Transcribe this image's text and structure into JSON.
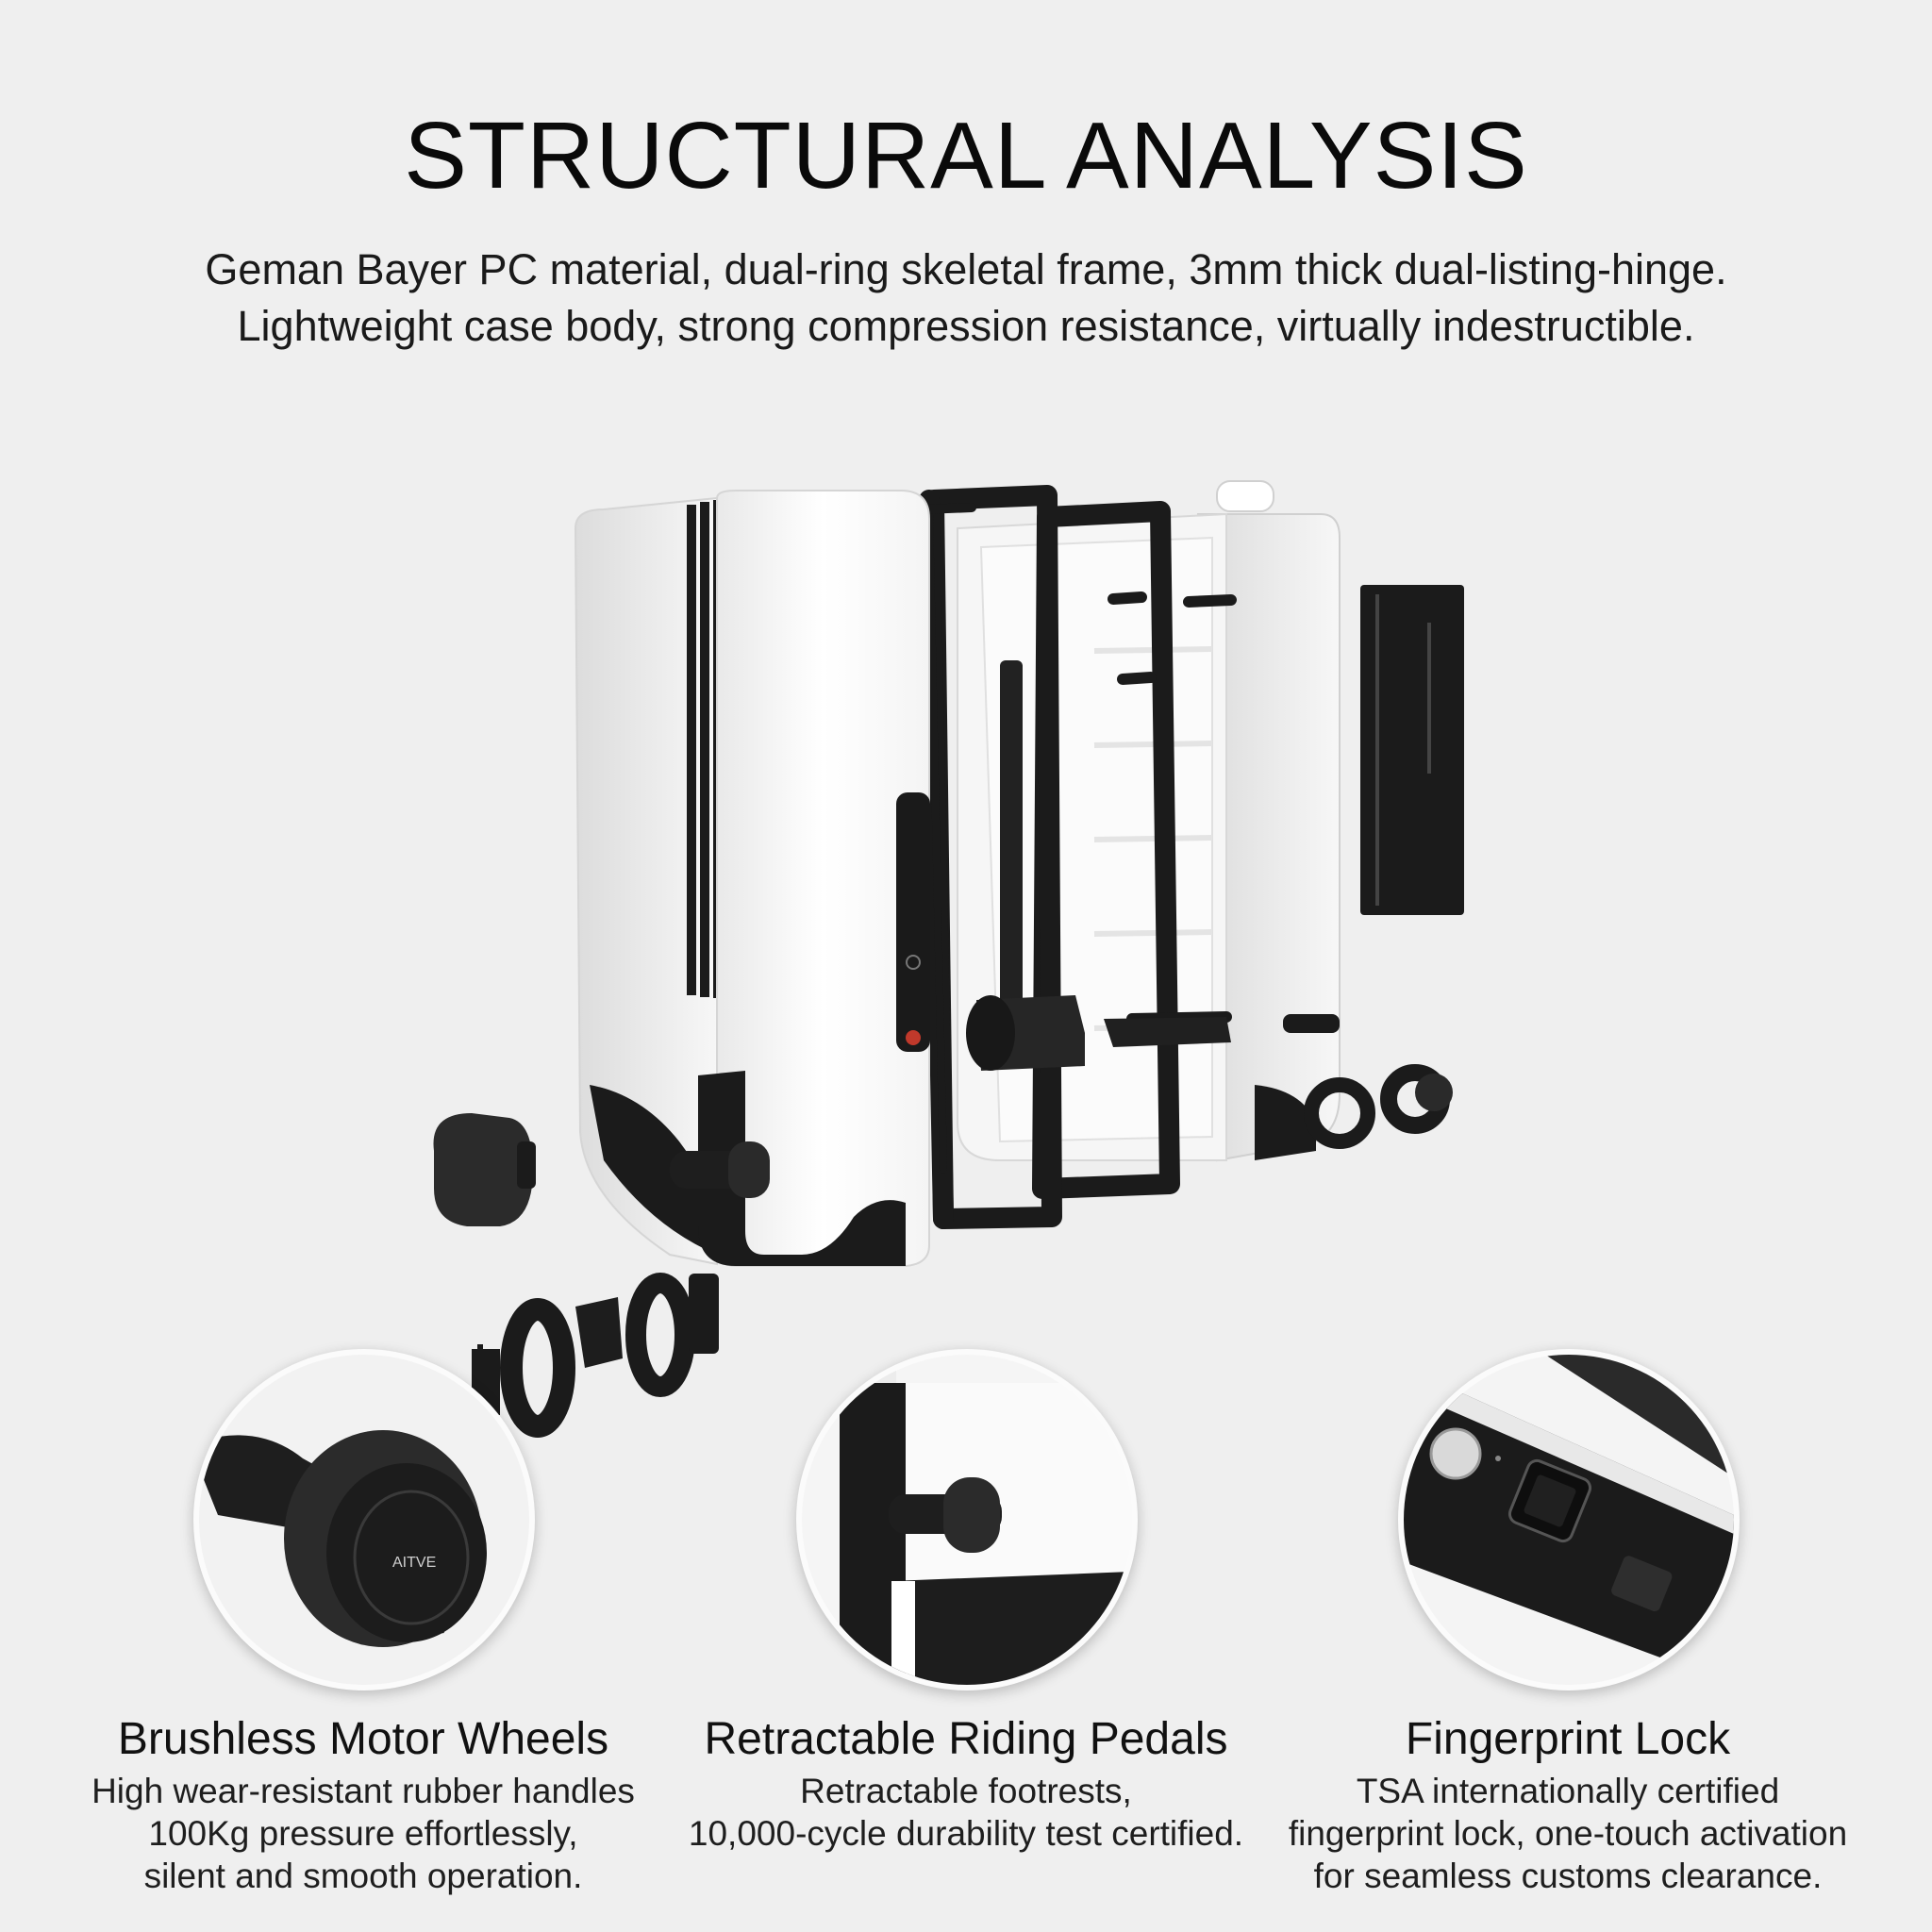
{
  "header": {
    "title": "STRUCTURAL ANALYSIS",
    "description_lines": [
      "Geman Bayer PC material, dual-ring skeletal frame, 3mm thick dual-listing-hinge.",
      "Lightweight case body, strong compression resistance, virtually indestructible."
    ]
  },
  "illustration": {
    "subject": "exploded-suitcase",
    "wheel_logo": "AITVE"
  },
  "features": [
    {
      "icon": "motor-wheel-icon",
      "title": "Brushless Motor Wheels",
      "lines": [
        "High wear-resistant rubber handles",
        "100Kg pressure effortlessly,",
        "silent and smooth operation."
      ]
    },
    {
      "icon": "pedal-icon",
      "title": "Retractable Riding Pedals",
      "lines": [
        "Retractable footrests,",
        "10,000-cycle durability test certified."
      ]
    },
    {
      "icon": "fingerprint-lock-icon",
      "title": "Fingerprint Lock",
      "lines": [
        "TSA internationally certified",
        "fingerprint lock, one-touch activation",
        "for seamless customs clearance."
      ]
    }
  ],
  "colors": {
    "background": "#efefef",
    "shell": "#ffffff",
    "frame": "#1b1b1b",
    "lock_button": "#c0392b"
  }
}
